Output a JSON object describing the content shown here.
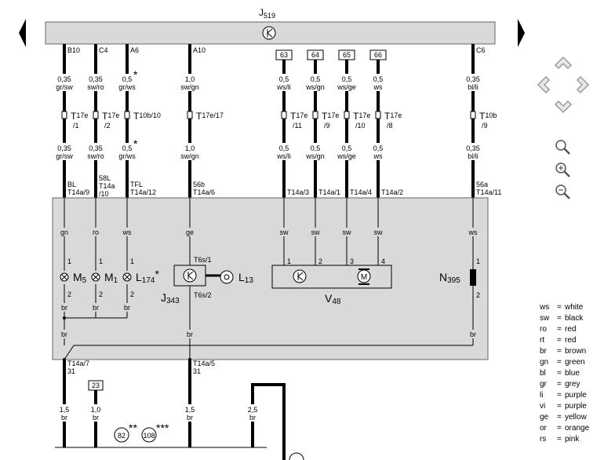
{
  "module_top": {
    "name": "J",
    "sub": "519"
  },
  "top_pins": [
    "B10",
    "C4",
    "A6",
    "A10",
    "C6"
  ],
  "conn_boxes": [
    "63",
    "64",
    "65",
    "66"
  ],
  "wire_sizes": {
    "w1": "0,35",
    "w2": "0,35",
    "w3": "0,5",
    "w4": "1,0",
    "w5": "0,5",
    "w6": "0,5",
    "w7": "0,5",
    "w8": "0,5",
    "w9": "0,35"
  },
  "wire_colors": {
    "w1": "gr/sw",
    "w2": "sw/ro",
    "w3": "gr/ws",
    "w4": "sw/gn",
    "w5": "ws/li",
    "w6": "ws/gn",
    "w7": "ws/ge",
    "w8": "ws",
    "w9": "bl/li"
  },
  "asterisk1": "*",
  "connectors": [
    {
      "main": "T",
      "sub": "17e",
      "pin": "/1"
    },
    {
      "main": "T",
      "sub": "17e",
      "pin": "/2"
    },
    {
      "main": "T",
      "sub": "10b/10",
      "pin": ""
    },
    {
      "main": "T",
      "sub": "17e/17",
      "pin": ""
    },
    {
      "main": "T",
      "sub": "17e",
      "pin": "/11"
    },
    {
      "main": "T",
      "sub": "17e",
      "pin": "/9"
    },
    {
      "main": "T",
      "sub": "17e",
      "pin": "/10"
    },
    {
      "main": "T",
      "sub": "17e",
      "pin": "/8"
    },
    {
      "main": "T",
      "sub": "10b",
      "pin": "/9"
    }
  ],
  "t14_labels": {
    "bl": "BL",
    "bl_pin": "T14a/9",
    "c58l": "58L",
    "c58l_t": "T14a",
    "c58l_pin": "/10",
    "tfl": "TFL",
    "tfl_pin": "T14a/12",
    "c56b": "56b",
    "c56b_pin": "T14a/6",
    "v3": "T14a/3",
    "v1": "T14a/1",
    "v4": "T14a/4",
    "v2": "T14a/2",
    "c56a": "56a",
    "c56a_pin": "T14a/11"
  },
  "inner_colors": [
    "gn",
    "ro",
    "ws",
    "ge",
    "sw",
    "sw",
    "sw",
    "sw",
    "ws"
  ],
  "components": {
    "m5": {
      "main": "M",
      "sub": "5"
    },
    "m1": {
      "main": "M",
      "sub": "1"
    },
    "l174": {
      "main": "L",
      "sub": "174",
      "star": "*"
    },
    "l13": {
      "main": "L",
      "sub": "13"
    },
    "j343": {
      "main": "J",
      "sub": "343"
    },
    "v48": {
      "main": "V",
      "sub": "48"
    },
    "n395": {
      "main": "N",
      "sub": "395"
    }
  },
  "pin_nums": {
    "one": "1",
    "two": "2",
    "three": "3",
    "four": "4"
  },
  "t6s": {
    "top": "T6s/1",
    "bottom": "T6s/2"
  },
  "br": "br",
  "ground": {
    "t14a7": "T14a/7",
    "g31a": "31",
    "t14a5": "T14a/5",
    "g31b": "31",
    "box23": "23",
    "s1": "1,5",
    "s2": "1,0",
    "s3": "1,5",
    "s4": "2,5",
    "c82": "82",
    "c108": "108",
    "star2": "**",
    "star3": "***"
  },
  "legend": [
    {
      "code": "ws",
      "name": "white"
    },
    {
      "code": "sw",
      "name": "black"
    },
    {
      "code": "ro",
      "name": "red"
    },
    {
      "code": "rt",
      "name": "red"
    },
    {
      "code": "br",
      "name": "brown"
    },
    {
      "code": "gn",
      "name": "green"
    },
    {
      "code": "bl",
      "name": "blue"
    },
    {
      "code": "gr",
      "name": "grey"
    },
    {
      "code": "li",
      "name": "purple"
    },
    {
      "code": "vi",
      "name": "purple"
    },
    {
      "code": "ge",
      "name": "yellow"
    },
    {
      "code": "or",
      "name": "orange"
    },
    {
      "code": "rs",
      "name": "pink"
    }
  ],
  "legend_eq": "=",
  "colors": {
    "panel": "#d9d9d9",
    "nav_fill": "#e8e8e8",
    "nav_stroke": "#9a9a9a"
  }
}
